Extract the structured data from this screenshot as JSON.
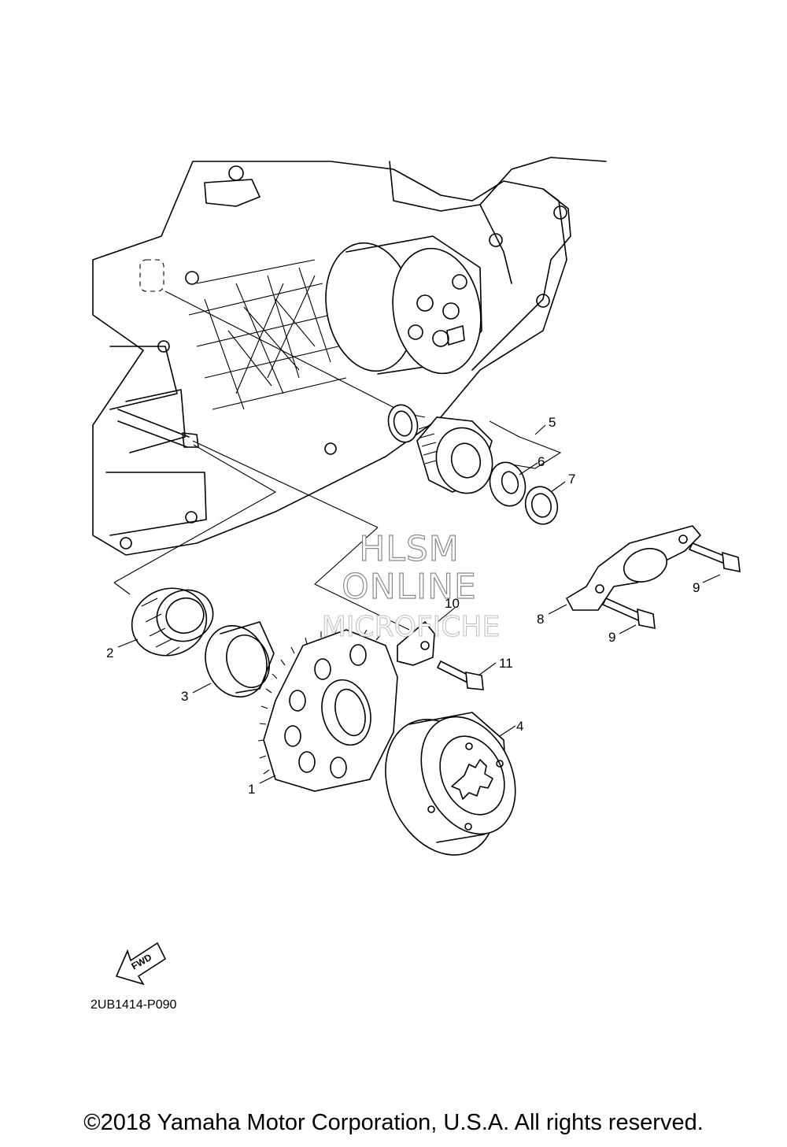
{
  "diagram": {
    "callouts": [
      {
        "id": "1",
        "label": "1"
      },
      {
        "id": "2",
        "label": "2"
      },
      {
        "id": "3",
        "label": "3"
      },
      {
        "id": "4",
        "label": "4"
      },
      {
        "id": "5",
        "label": "5"
      },
      {
        "id": "6",
        "label": "6"
      },
      {
        "id": "7",
        "label": "7"
      },
      {
        "id": "8",
        "label": "8"
      },
      {
        "id": "9a",
        "label": "9"
      },
      {
        "id": "9b",
        "label": "9"
      },
      {
        "id": "10",
        "label": "10"
      },
      {
        "id": "11",
        "label": "11"
      }
    ],
    "watermark": {
      "line1": "HLSM",
      "line2": "ONLINE",
      "line3": "MICROFICHE"
    },
    "fwd_label": "FWD",
    "part_code": "2UB1414-P090"
  },
  "footer": {
    "copyright": "©2018 Yamaha Motor Corporation, U.S.A. All rights reserved."
  }
}
